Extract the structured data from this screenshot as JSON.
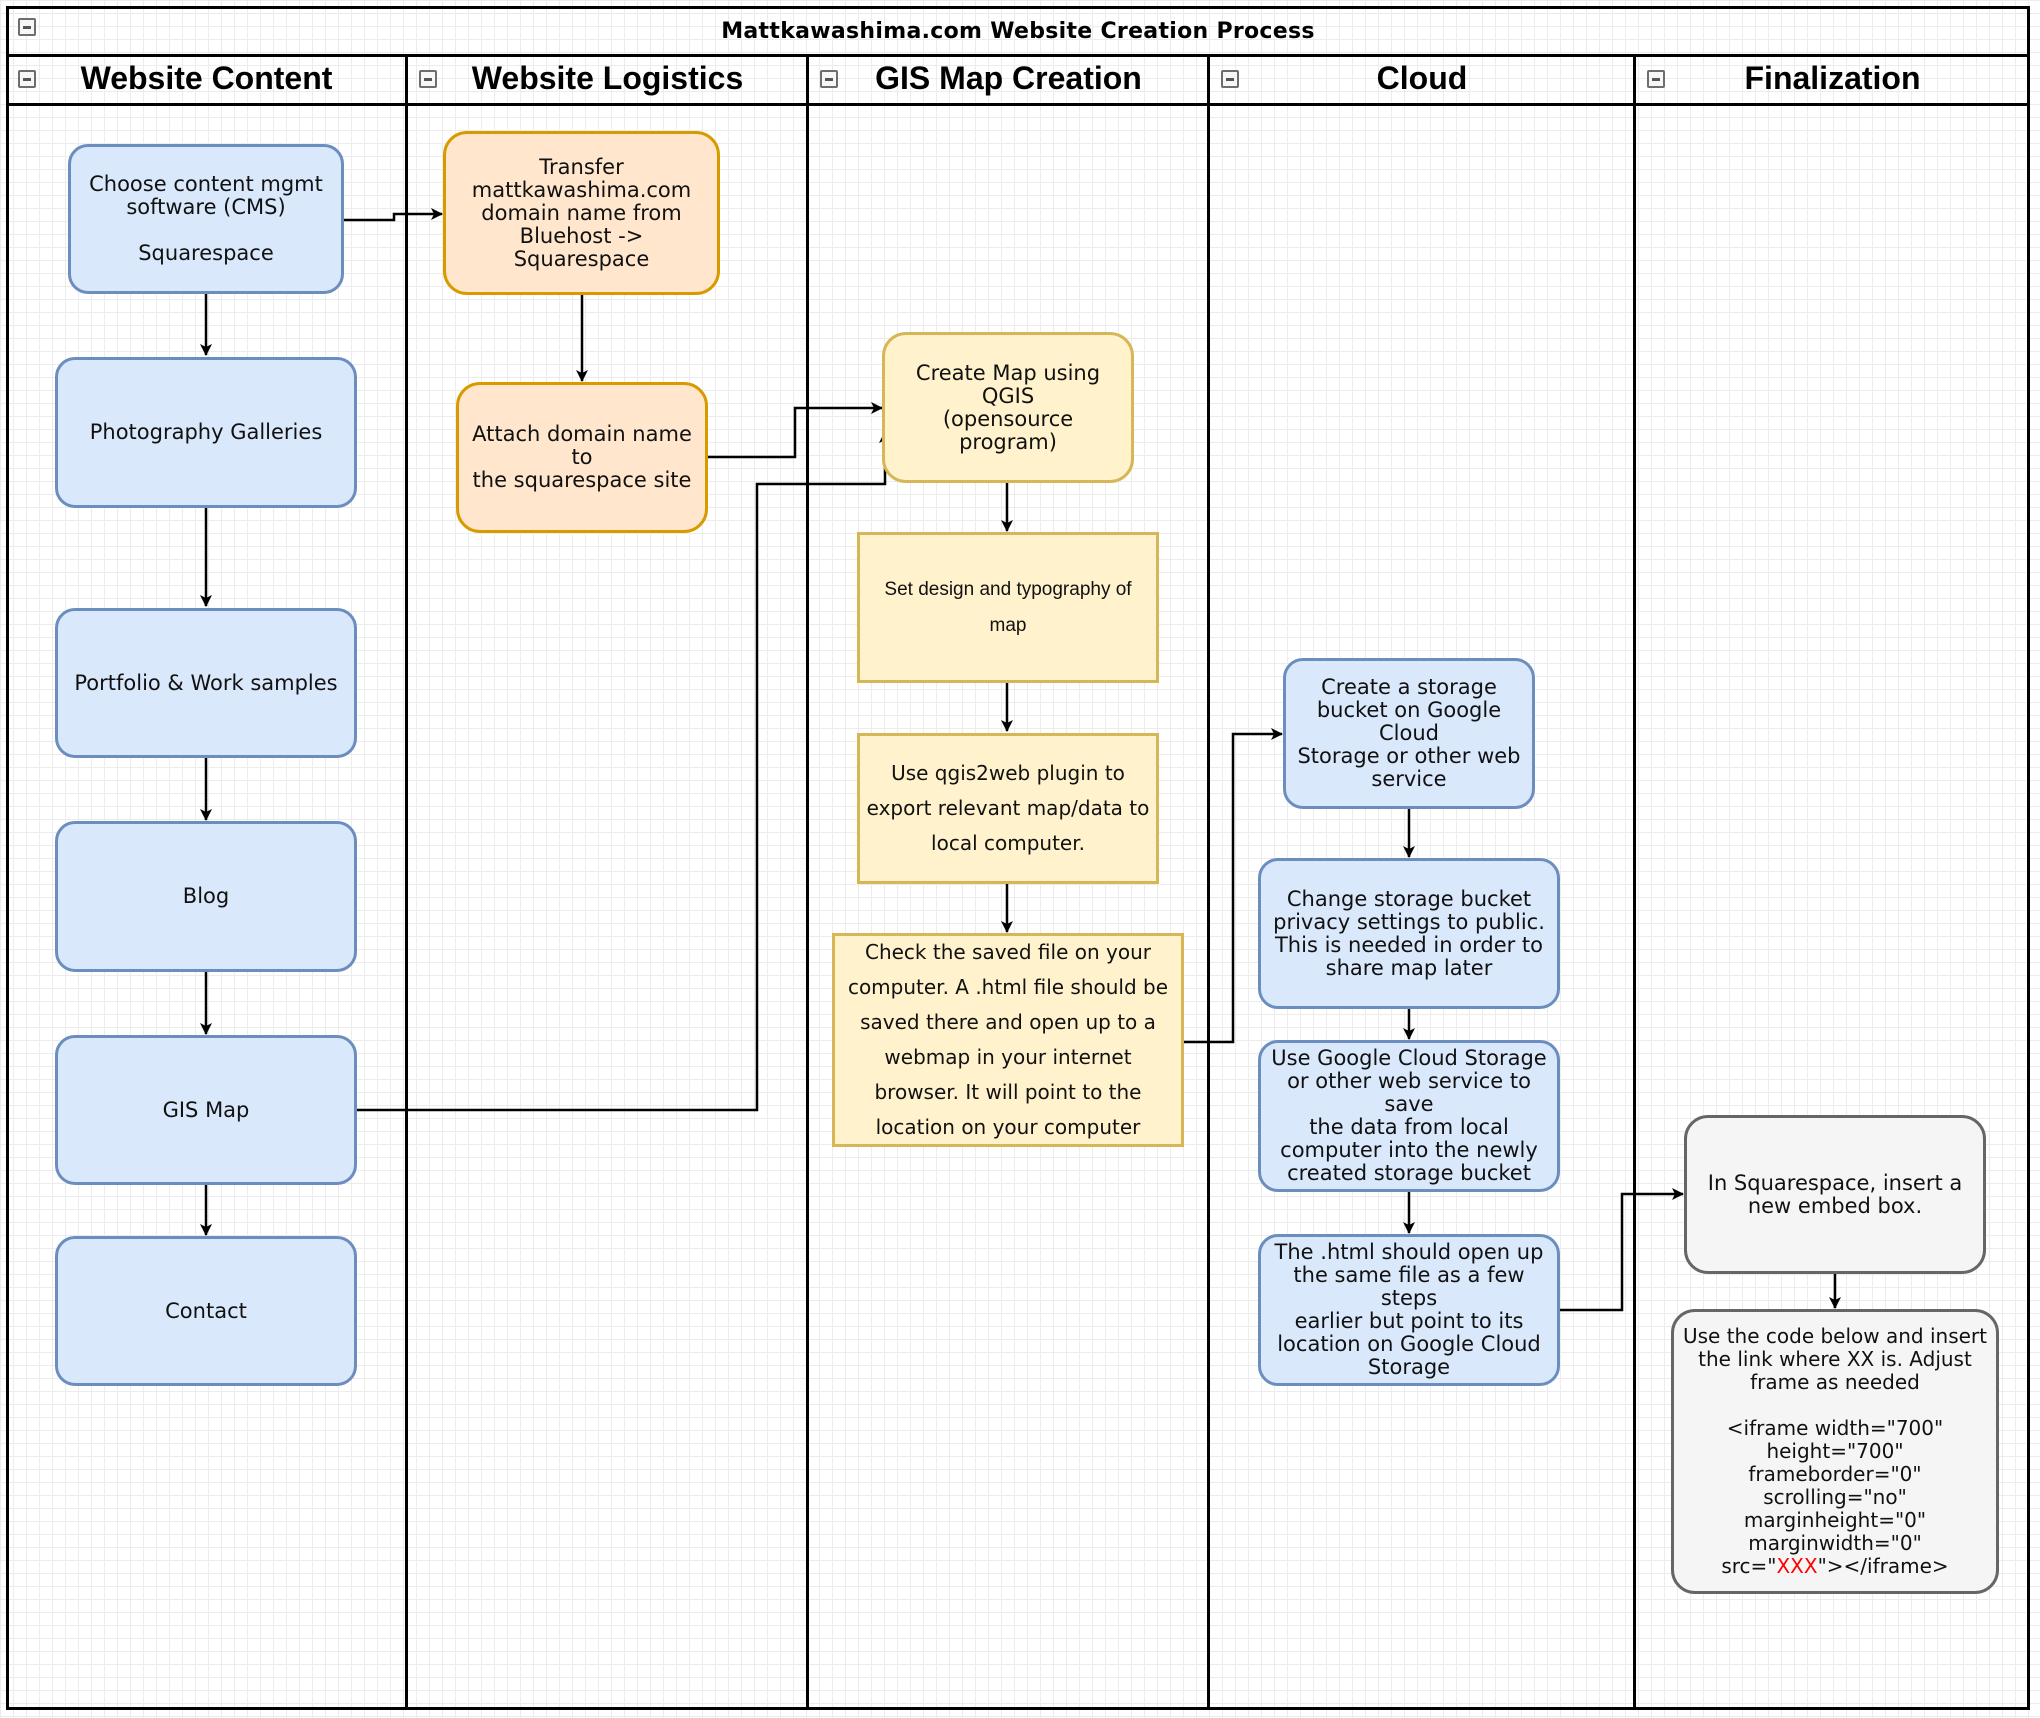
{
  "diagram": {
    "title": "Mattkawashima.com Website Creation Process",
    "lanes": [
      {
        "title": "Website Content"
      },
      {
        "title": "Website Logistics"
      },
      {
        "title": "GIS Map Creation"
      },
      {
        "title": "Cloud"
      },
      {
        "title": "Finalization"
      }
    ],
    "nodes": {
      "cms": "Choose content mgmt\nsoftware (CMS)\n\nSquarespace",
      "photo": "Photography Galleries",
      "portfolio": "Portfolio & Work samples",
      "blog": "Blog",
      "gis": "GIS Map",
      "contact": "Contact",
      "transfer": "Transfer\nmattkawashima.com\ndomain name from\nBluehost -> Squarespace",
      "attach": "Attach domain name to\nthe squarespace site",
      "create_map": "Create Map using QGIS\n(opensource program)",
      "design": "Set design and typography of\nmap",
      "qgis2web": "Use qgis2web plugin to\nexport relevant map/data to\nlocal computer.",
      "check": "Check the saved file on your\ncomputer. A .html file should be\nsaved there and open up to a\nwebmap in your internet\nbrowser. It will point to the\nlocation on your computer",
      "bucket": "Create a storage\nbucket on Google Cloud\nStorage or other web\nservice",
      "privacy": "Change storage bucket\nprivacy settings to public.\nThis is needed in order to\nshare map later",
      "upload": "Use Google Cloud Storage\nor other web service to save\nthe data from local\ncomputer into the newly\ncreated storage bucket",
      "html_open": "The .html should open up\nthe same file as a few steps\nearlier but point to its\nlocation on Google Cloud\nStorage",
      "embed": "In Squarespace, insert a\nnew embed box.",
      "code_prefix": "Use the code below and insert\nthe link where XX is. Adjust\nframe as needed\n\n<iframe width=\"700\"\nheight=\"700\"\nframeborder=\"0\"\nscrolling=\"no\"\nmarginheight=\"0\"\nmarginwidth=\"0\"\nsrc=\"",
      "code_highlight": "XXX",
      "code_suffix": "\"></iframe>"
    },
    "colors": {
      "blue_fill": "#dae8fc",
      "blue_stroke": "#6c8ebf",
      "orange_fill": "#ffe6cc",
      "orange_stroke": "#d79b00",
      "yellow_fill": "#fff2cc",
      "yellow_stroke": "#d6b656",
      "grey_fill": "#f5f5f5",
      "grey_stroke": "#666666",
      "highlight": "#ff0000"
    }
  }
}
